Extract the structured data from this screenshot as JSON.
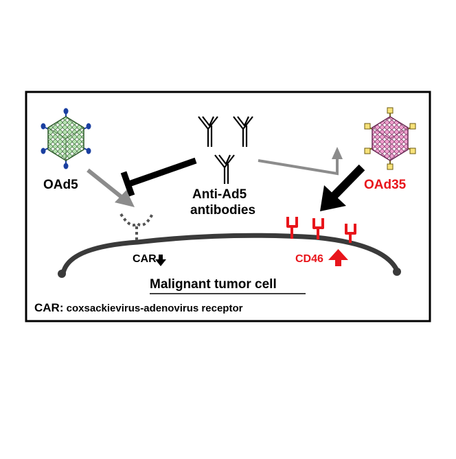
{
  "labels": {
    "left_virus": "OAd5",
    "right_virus": "OAd35",
    "antibodies_line1": "Anti-Ad5",
    "antibodies_line2": "antibodies",
    "car_receptor": "CAR",
    "cd46_receptor": "CD46",
    "cell": "Malignant tumor cell",
    "footnote_abbrev": "CAR:",
    "footnote_text": "coxsackievirus-adenovirus receptor"
  },
  "indicators": {
    "car_expression": "down",
    "cd46_expression": "up"
  },
  "icons": {
    "left_virus": "adenovirus-capsid-icon",
    "right_virus": "adenovirus-capsid-icon",
    "antibody": "y-shaped-antibody-icon",
    "car": "receptor-dashed-icon",
    "cd46": "receptor-icon"
  },
  "colors": {
    "frame": "#000000",
    "membrane": "#3a3a3a",
    "red": "#e8151b",
    "gray_arrow": "#8c8c8c",
    "oad5_face": "#b6e3b1",
    "oad5_knob": "#1a3fa0",
    "oad35_face": "#f0a0cf",
    "oad35_knob": "#f7e27a"
  }
}
